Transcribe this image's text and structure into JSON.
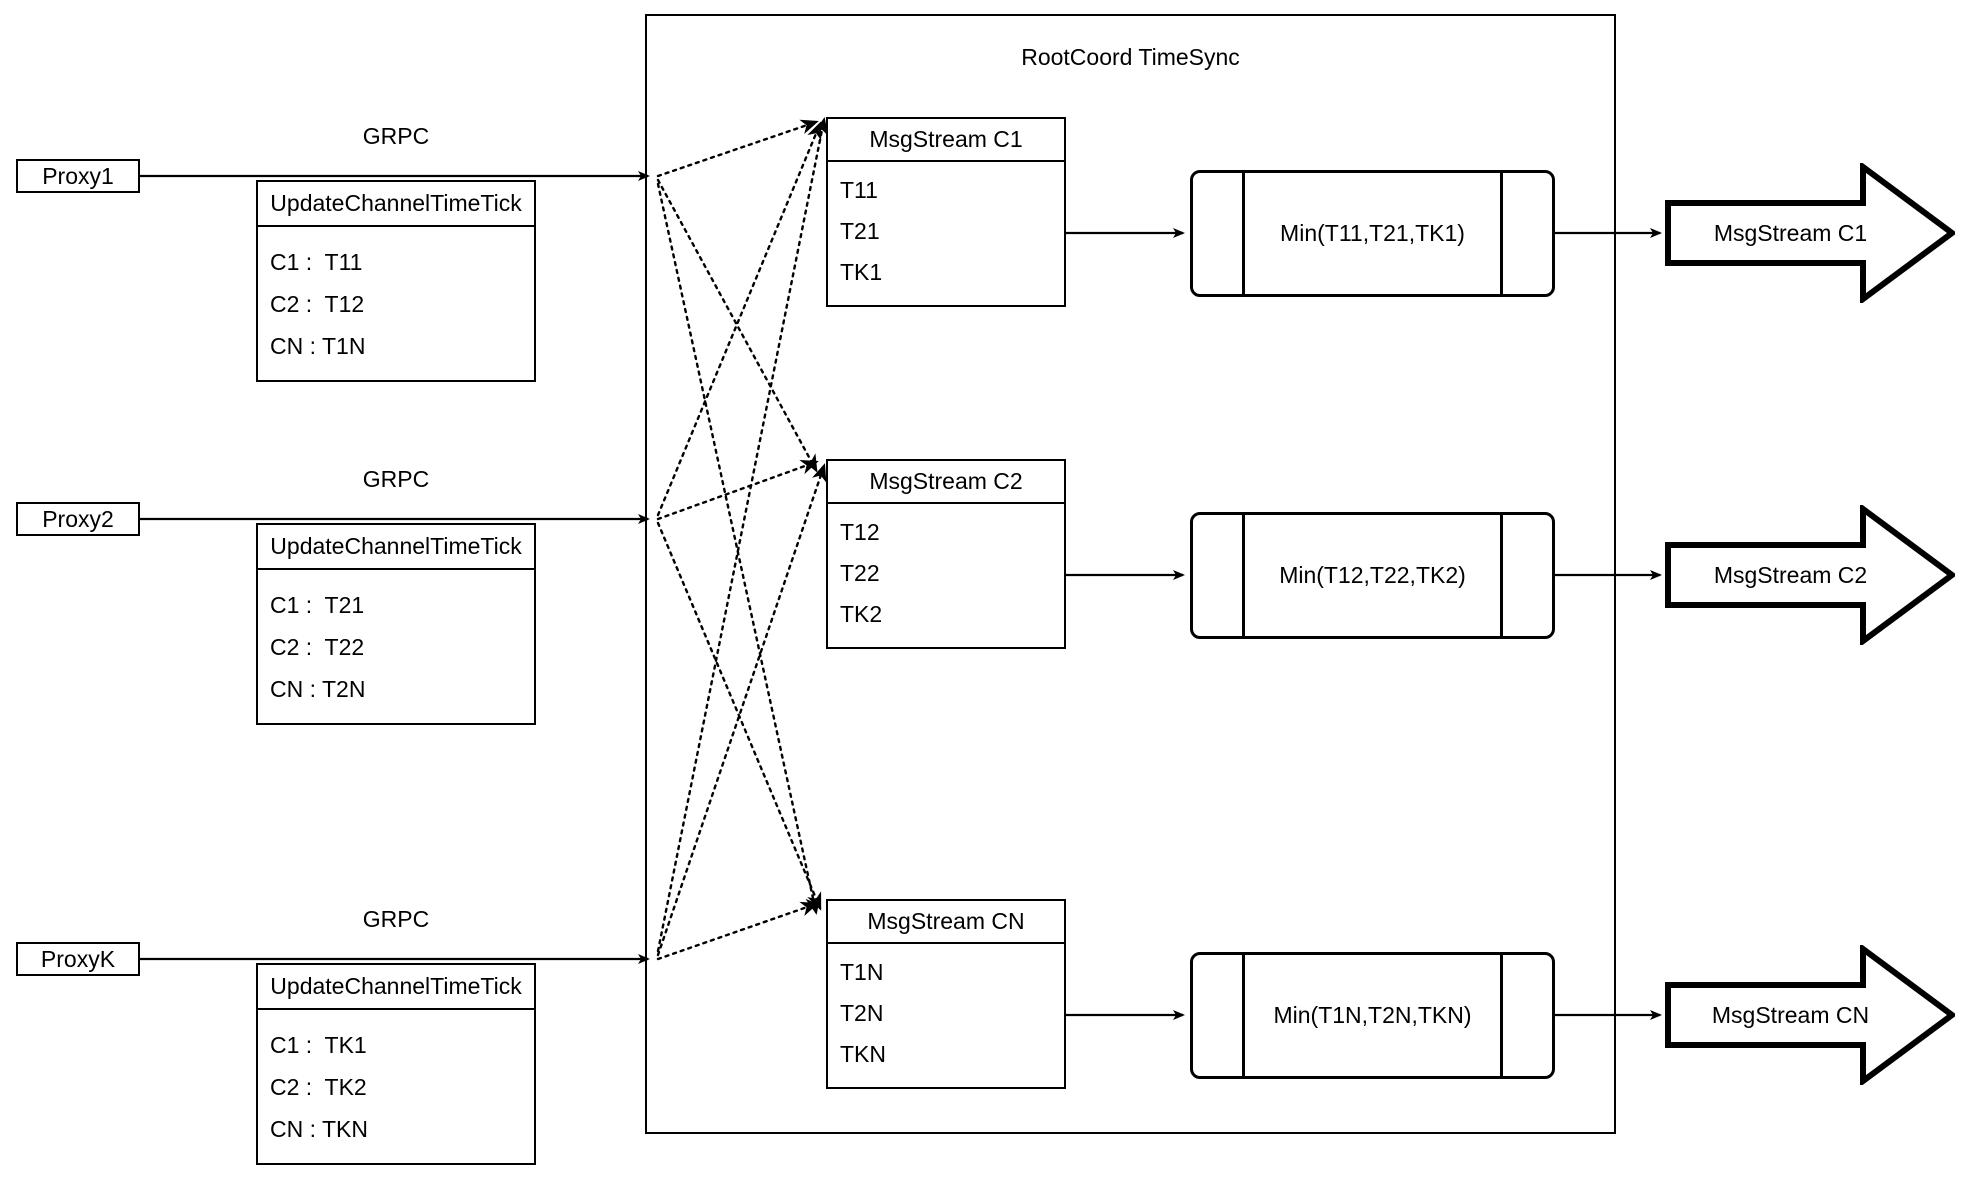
{
  "container": {
    "title": "RootCoord TimeSync"
  },
  "proxies": [
    {
      "label": "Proxy1",
      "grpc": "GRPC"
    },
    {
      "label": "Proxy2",
      "grpc": "GRPC"
    },
    {
      "label": "ProxyK",
      "grpc": "GRPC"
    }
  ],
  "update_tables": [
    {
      "header": "UpdateChannelTimeTick",
      "rows": [
        "C1 :  T11",
        "C2 :  T12",
        "CN : T1N"
      ]
    },
    {
      "header": "UpdateChannelTimeTick",
      "rows": [
        "C1 :  T21",
        "C2 :  T22",
        "CN : T2N"
      ]
    },
    {
      "header": "UpdateChannelTimeTick",
      "rows": [
        "C1 :  TK1",
        "C2 :  TK2",
        "CN : TKN"
      ]
    }
  ],
  "msg_streams": [
    {
      "header": "MsgStream C1",
      "rows": [
        "T11",
        "T21",
        "TK1"
      ]
    },
    {
      "header": "MsgStream C2",
      "rows": [
        "T12",
        "T22",
        "TK2"
      ]
    },
    {
      "header": "MsgStream CN",
      "rows": [
        "T1N",
        "T2N",
        "TKN"
      ]
    }
  ],
  "min_boxes": [
    {
      "label": "Min(T11,T21,TK1)"
    },
    {
      "label": "Min(T12,T22,TK2)"
    },
    {
      "label": "Min(T1N,T2N,TKN)"
    }
  ],
  "outputs": [
    {
      "label": "MsgStream C1"
    },
    {
      "label": "MsgStream C2"
    },
    {
      "label": "MsgStream CN"
    }
  ],
  "colors": {
    "stroke": "#000000",
    "background": "#ffffff"
  }
}
